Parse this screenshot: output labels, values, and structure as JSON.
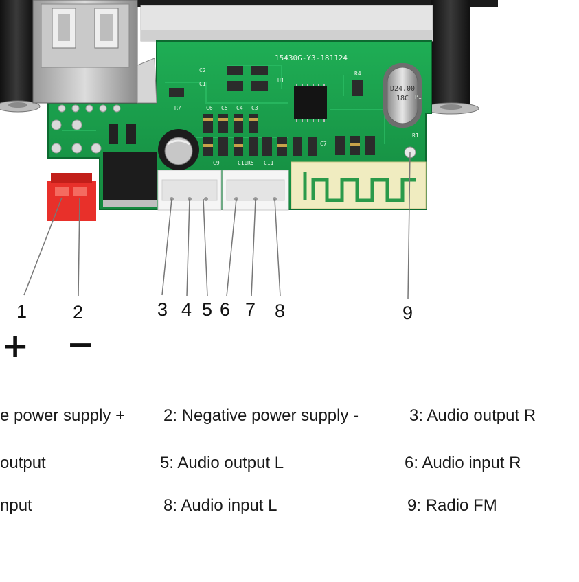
{
  "board": {
    "silkscreen_code": "15430G-Y3-181124",
    "crystal_label_top": "D24.00",
    "crystal_label_bottom": "18C",
    "component_labels": [
      "R7",
      "C6",
      "C5",
      "C4",
      "C3",
      "C2",
      "C1",
      "C9",
      "C10",
      "C11",
      "U1",
      "R1",
      "R4",
      "R5",
      "C7",
      "P1"
    ]
  },
  "callouts": {
    "numbers": [
      "1",
      "2",
      "3",
      "4",
      "5",
      "6",
      "7",
      "8",
      "9"
    ],
    "plus_sign": "+",
    "minus_sign": "−"
  },
  "legend": [
    "e power supply +",
    "2: Negative power supply -",
    "3: Audio output R",
    "output",
    "5: Audio output L",
    "6: Audio input R",
    "nput",
    "8: Audio input L",
    "9: Radio FM"
  ],
  "colors": {
    "pcb": "#1a9a4a",
    "pcb_dark": "#0f7a36",
    "connector_red": "#e8302a",
    "antenna_pad": "#f0ecc0",
    "leader_line": "#777777"
  }
}
